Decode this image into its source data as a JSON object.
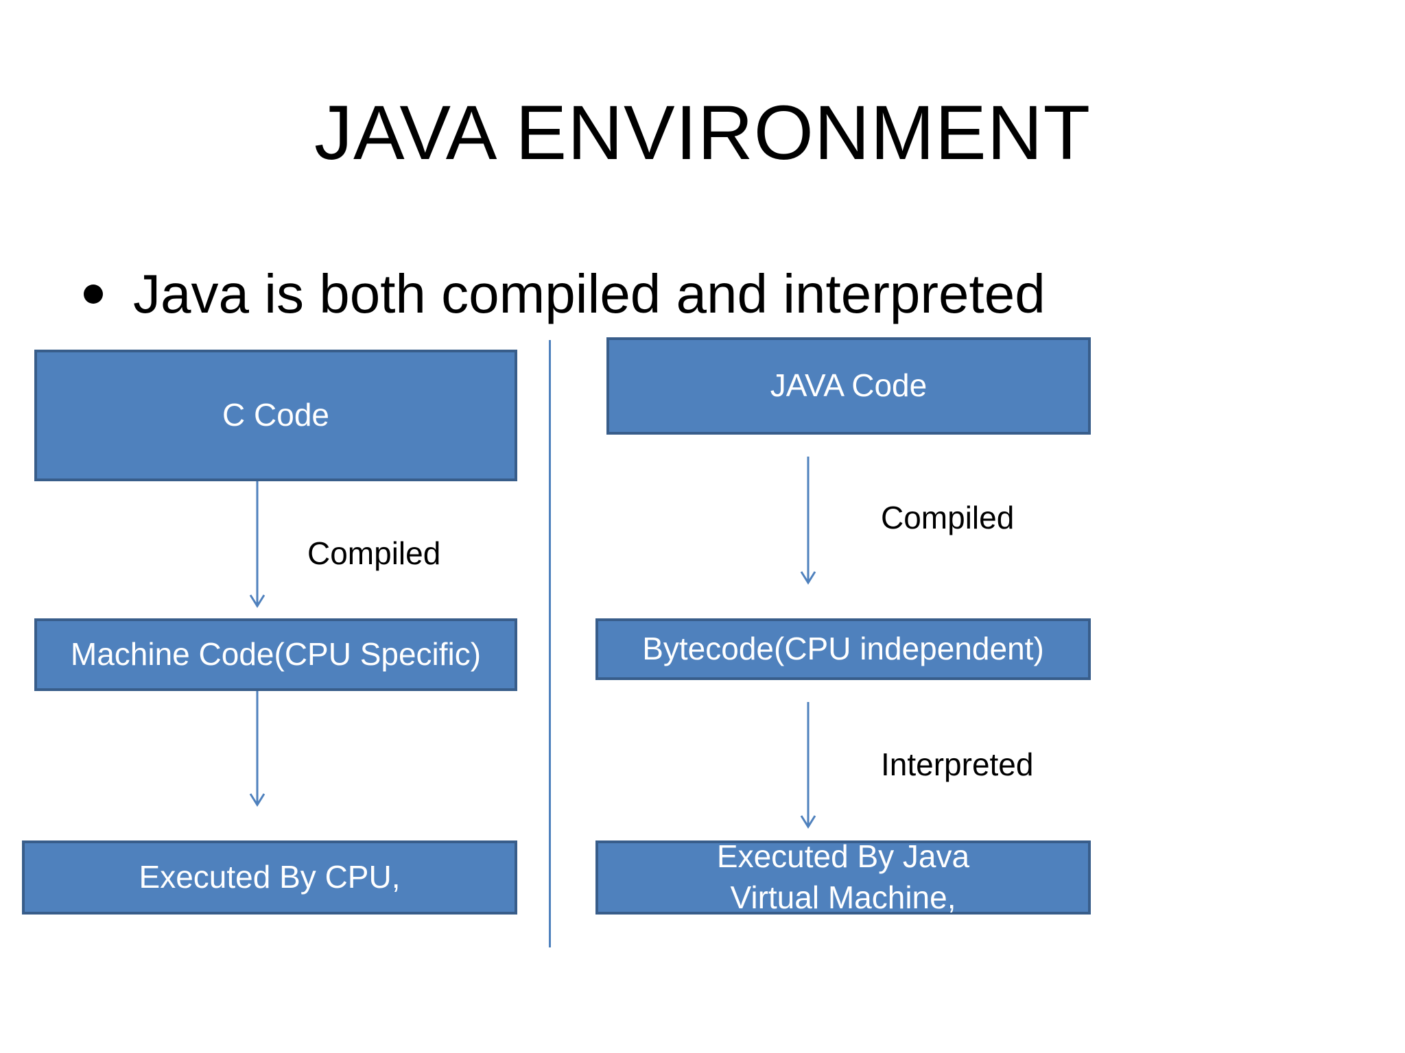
{
  "slide": {
    "title": "JAVA ENVIRONMENT",
    "bullet": "Java is both compiled and interpreted"
  },
  "diagram": {
    "c_flow": {
      "source": "C Code",
      "step1_label": "Compiled",
      "intermediate": "Machine Code(CPU Specific)",
      "result": "Executed By CPU,"
    },
    "java_flow": {
      "source": "JAVA Code",
      "step1_label": "Compiled",
      "intermediate": "Bytecode(CPU independent)",
      "step2_label": "Interpreted",
      "result": "Executed By Java Virtual Machine,"
    }
  },
  "colors": {
    "box_fill": "#4f81bd",
    "box_border": "#385d8a",
    "connector": "#4f81bd"
  }
}
